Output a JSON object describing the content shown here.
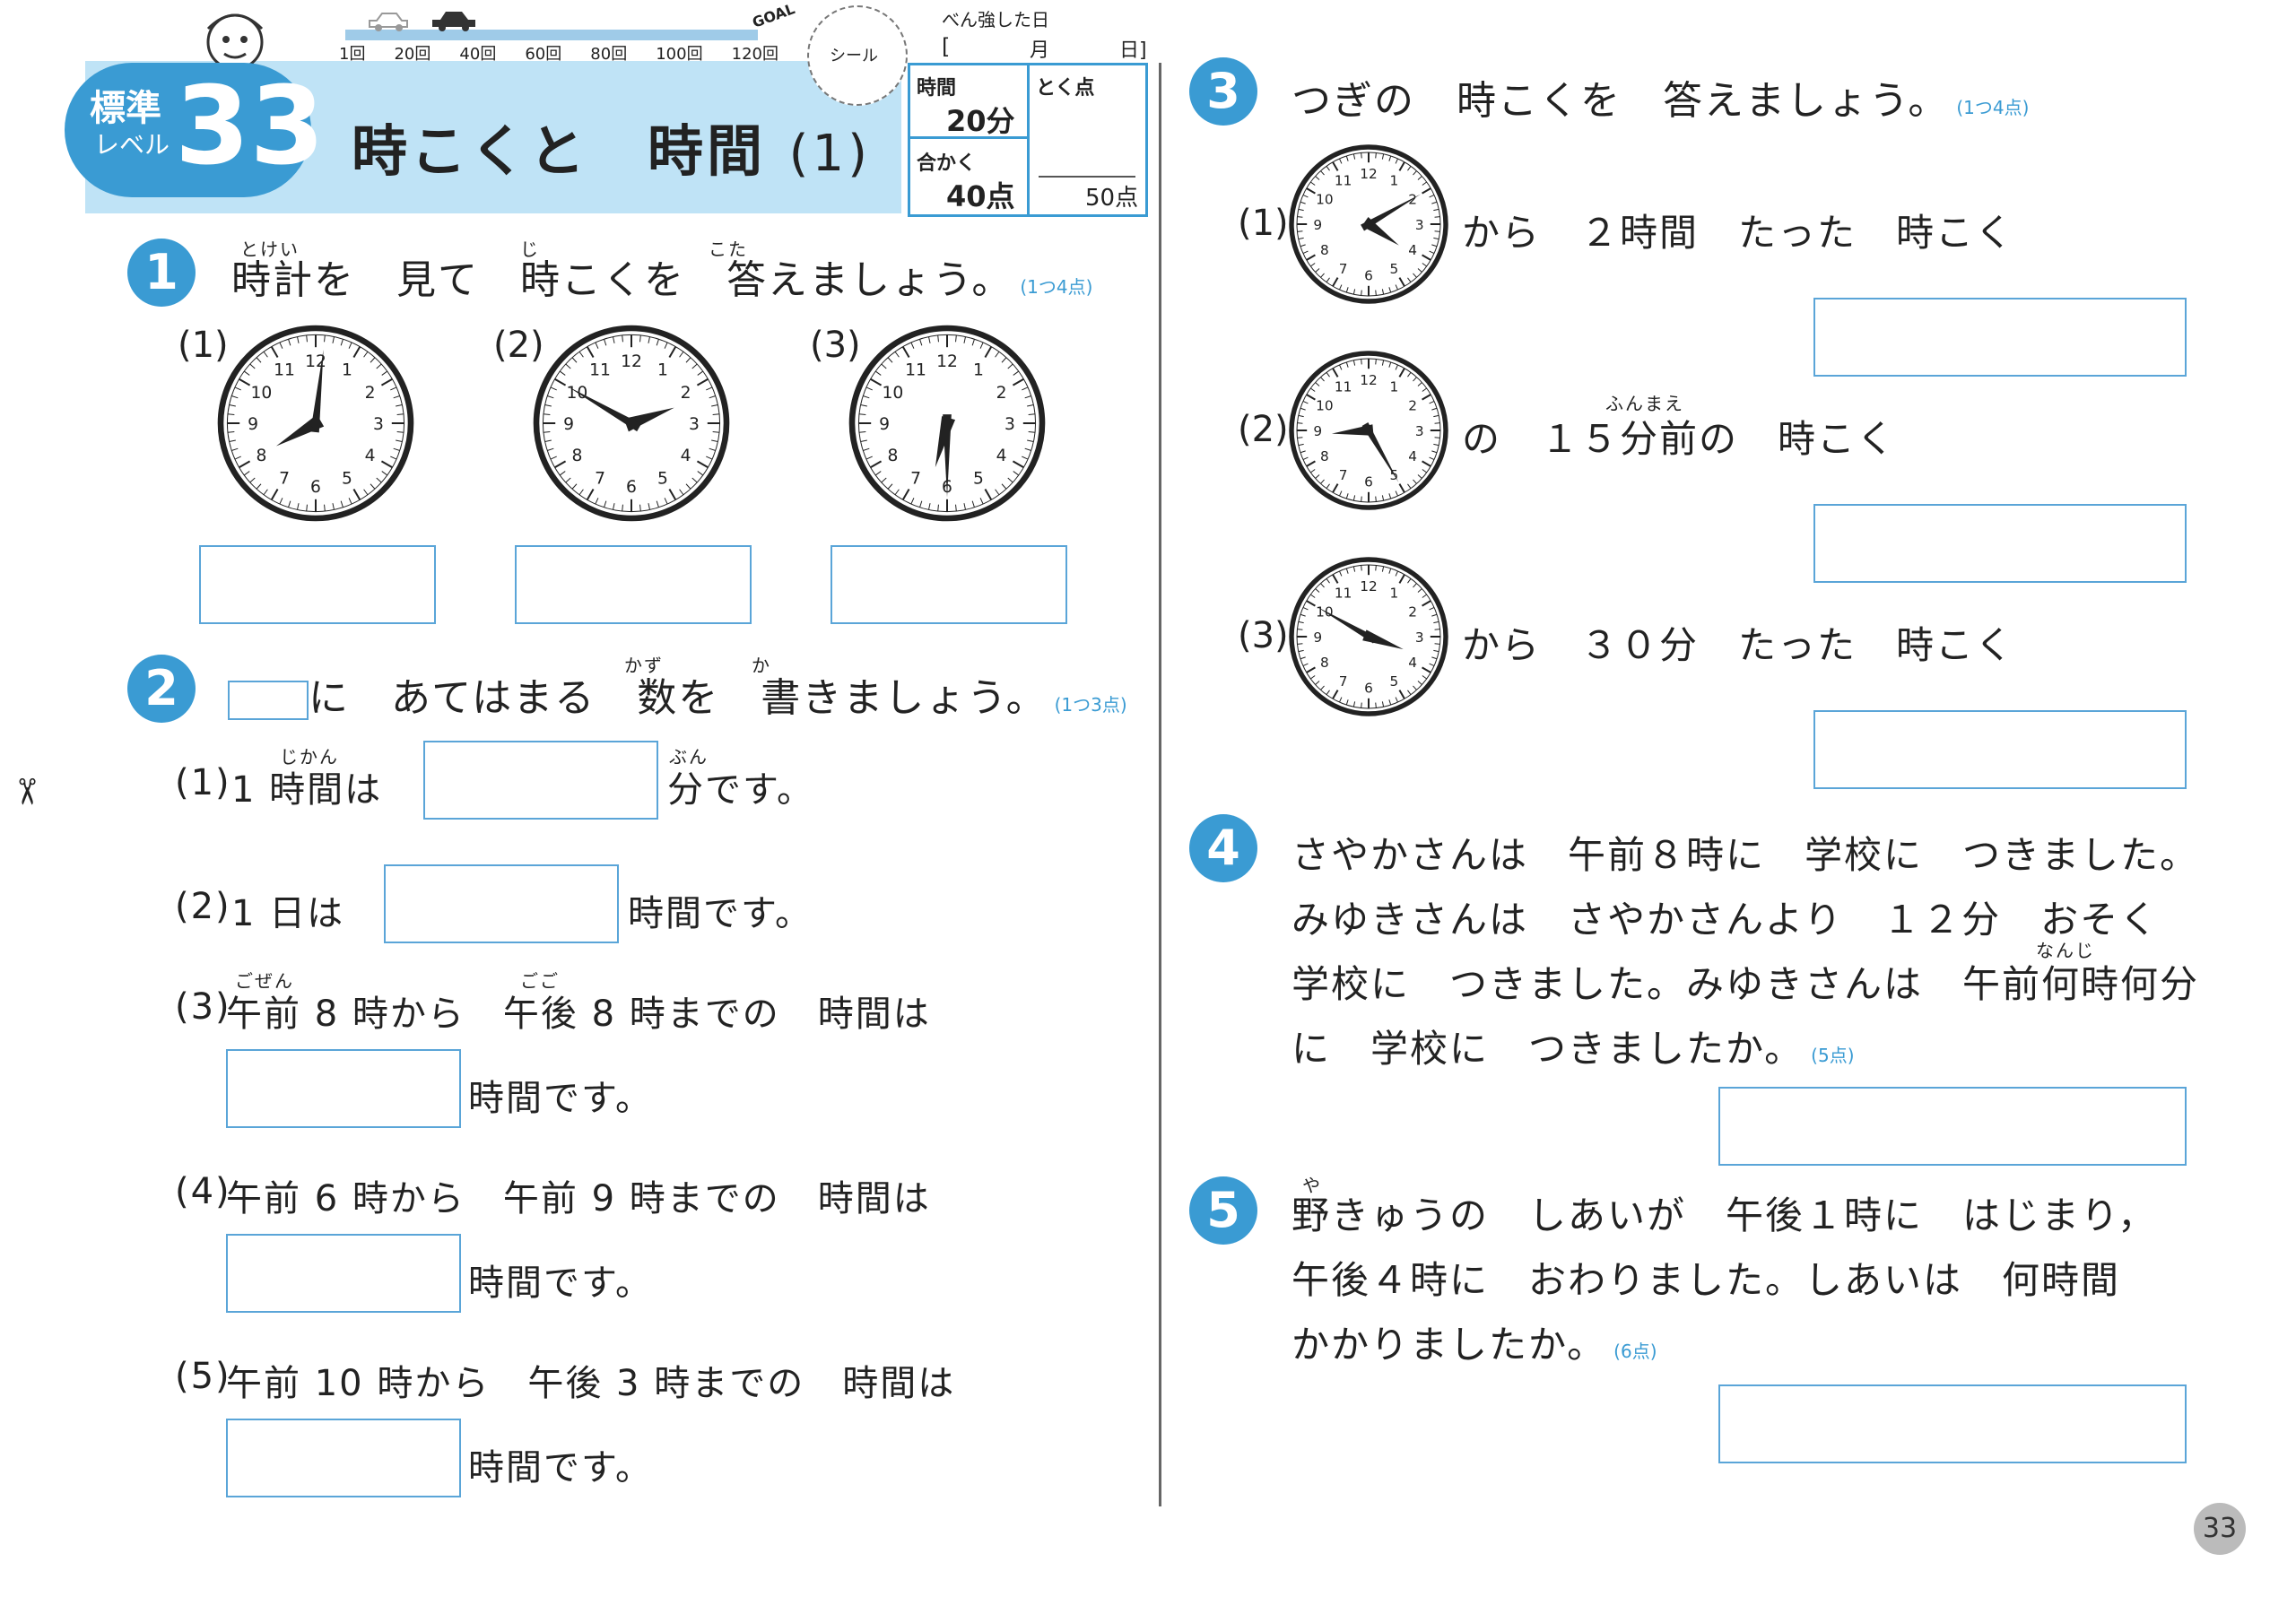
{
  "header": {
    "level_badge_top": "標準",
    "level_badge_bottom": "レベル",
    "number": "33",
    "title": "時こくと　時間",
    "title_part": "(1)",
    "progress_labels": [
      "1回",
      "20回",
      "40回",
      "60回",
      "80回",
      "100回",
      "120回"
    ],
    "goal": "GOAL",
    "sticker": "シール",
    "date_label": "べん強した日",
    "date_open": "[",
    "date_month": "月",
    "date_day": "日]",
    "time_label": "時間",
    "time_value": "20分",
    "pass_label": "合かく",
    "pass_value": "40点",
    "score_label": "とく点",
    "score_max": "50点"
  },
  "q1": {
    "num": "1",
    "text": "時計を　見て　時こくを　答えましょう。",
    "furigana": [
      "とけい",
      "じ",
      "こた"
    ],
    "points": "(1つ4点)",
    "clocks": [
      {
        "label": "(1)",
        "hour_angle": 240,
        "minute_angle": 6
      },
      {
        "label": "(2)",
        "hour_angle": 70,
        "minute_angle": 300
      },
      {
        "label": "(3)",
        "hour_angle": 195,
        "minute_angle": 180
      }
    ]
  },
  "q2": {
    "num": "2",
    "text_before": "に　あてはまる　",
    "text_after": "数を　書きましょう。",
    "furigana": [
      "かず",
      "か"
    ],
    "points": "(1つ3点)",
    "items": [
      {
        "label": "(1)",
        "pre": "1 時間は",
        "post": "分です。",
        "furigana": [
          "じかん",
          "ぶん"
        ]
      },
      {
        "label": "(2)",
        "pre": "1 日は",
        "post": "時間です。"
      },
      {
        "label": "(3)",
        "line": "午前 8 時から　午後 8 時までの　時間は",
        "post": "時間です。",
        "furigana": [
          "ごぜん",
          "ごご"
        ]
      },
      {
        "label": "(4)",
        "line": "午前 6 時から　午前 9 時までの　時間は",
        "post": "時間です。"
      },
      {
        "label": "(5)",
        "line": "午前 10 時から　午後 3 時までの　時間は",
        "post": "時間です。"
      }
    ]
  },
  "q3": {
    "num": "3",
    "text": "つぎの　時こくを　答えましょう。",
    "points": "(1つ4点)",
    "items": [
      {
        "label": "(1)",
        "text": "から　２時間　たった　時こく",
        "hour_angle": 125,
        "minute_angle": 60
      },
      {
        "label": "(2)",
        "text": "の　１５分前の　時こく",
        "furigana": "ふんまえ",
        "hour_angle": 265,
        "minute_angle": 150
      },
      {
        "label": "(3)",
        "text": "から　３０分　たった　時こく",
        "hour_angle": 110,
        "minute_angle": 300
      }
    ]
  },
  "q4": {
    "num": "4",
    "lines": [
      "さやかさんは　午前８時に　学校に　つきました。",
      "みゆきさんは　さやかさんより　１２分　おそく",
      "学校に　つきました。みゆきさんは　午前何時何分",
      "に　学校に　つきましたか。"
    ],
    "furigana": "なんじ",
    "points": "(5点)"
  },
  "q5": {
    "num": "5",
    "lines": [
      "野きゅうの　しあいが　午後１時に　はじまり，",
      "午後４時に　おわりました。しあいは　何時間",
      "かかりましたか。"
    ],
    "furigana": "や",
    "points": "(6点)"
  },
  "footer": {
    "page_number": "33",
    "scissors": "✂"
  }
}
